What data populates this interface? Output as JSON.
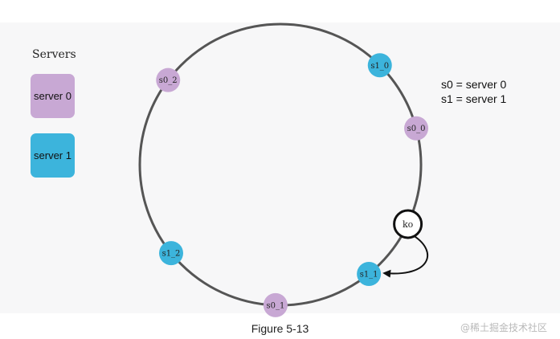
{
  "legend": {
    "title": "Servers",
    "items": [
      {
        "label": "server 0",
        "color": "#c8a8d4"
      },
      {
        "label": "server 1",
        "color": "#3cb4dc"
      }
    ]
  },
  "notes": [
    "s0 = server 0",
    "s1 = server 1"
  ],
  "ring": {
    "stroke": "#555555",
    "nodes": [
      {
        "label": "s0_2",
        "server": 0,
        "angle_deg": 217
      },
      {
        "label": "s1_0",
        "server": 1,
        "angle_deg": 315
      },
      {
        "label": "s0_0",
        "server": 0,
        "angle_deg": 345
      },
      {
        "label": "s1_1",
        "server": 1,
        "angle_deg": 51
      },
      {
        "label": "s0_1",
        "server": 0,
        "angle_deg": 92
      },
      {
        "label": "s1_2",
        "server": 1,
        "angle_deg": 141
      }
    ],
    "key": {
      "label": "ko",
      "angle_deg": 25
    },
    "arrow": {
      "from": "ko",
      "to": "s1_1"
    }
  },
  "caption": "Figure 5-13",
  "watermark": "@稀土掘金技术社区"
}
